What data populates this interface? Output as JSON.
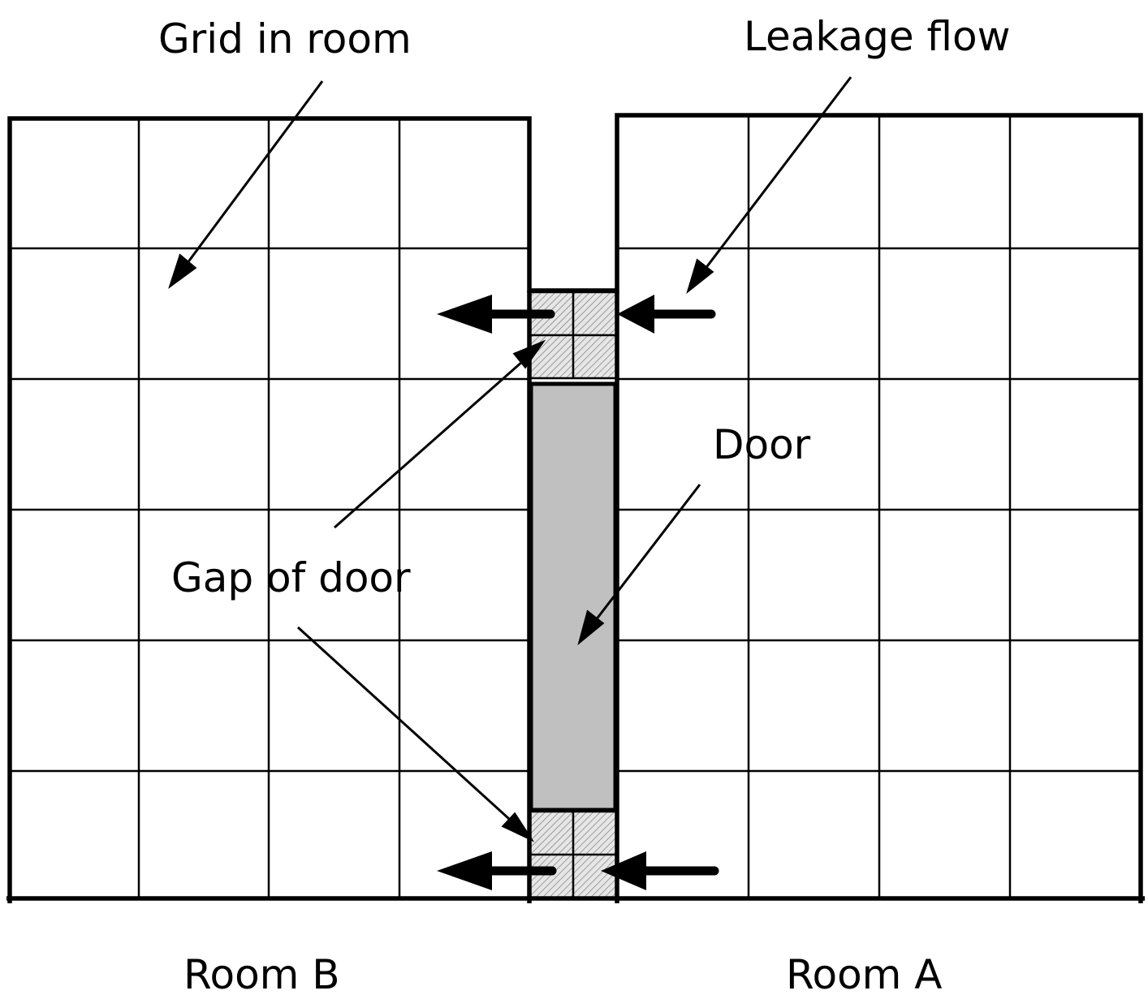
{
  "labels": {
    "grid_in_room": "Grid in room",
    "leakage_flow": "Leakage flow",
    "door": "Door",
    "gap_of_door": "Gap of door",
    "room_b": "Room B",
    "room_a": "Room A"
  },
  "colors": {
    "line": "#000000",
    "door_fill": "#c0c0c0",
    "gap_hatch": "#808080",
    "background": "#ffffff"
  }
}
